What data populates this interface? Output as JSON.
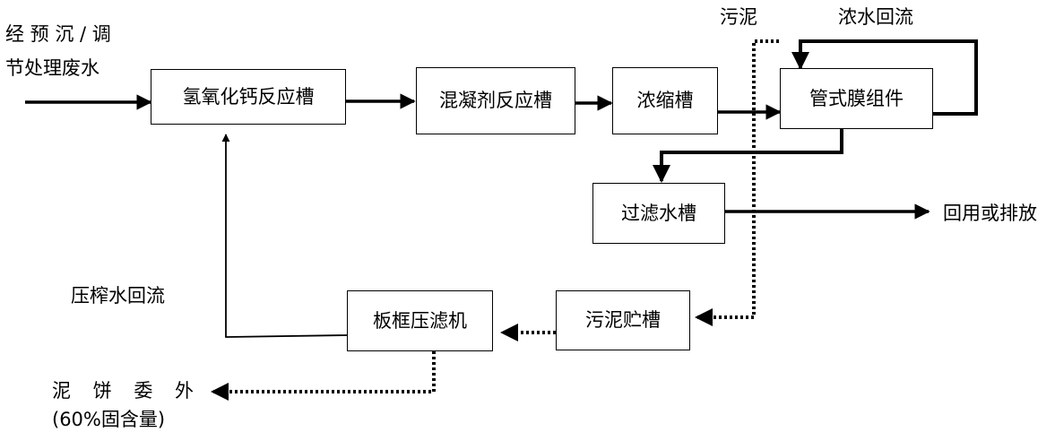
{
  "nodes": {
    "caoh2_tank": "氢氧化钙反应槽",
    "coagulant_tank": "混凝剂反应槽",
    "thickening_tank": "浓缩槽",
    "tubular_membrane": "管式膜组件",
    "filtrate_tank": "过滤水槽",
    "sludge_storage": "污泥贮槽",
    "filter_press": "板框压滤机"
  },
  "labels": {
    "input_line1": "经 预 沉 / 调",
    "input_line2": "节处理废水",
    "sludge": "污泥",
    "concentrate_return": "浓水回流",
    "reuse_discharge": "回用或排放",
    "press_water_return": "压榨水回流",
    "cake_line1": "泥 饼 委 外",
    "cake_line2": "(60%固含量)"
  }
}
